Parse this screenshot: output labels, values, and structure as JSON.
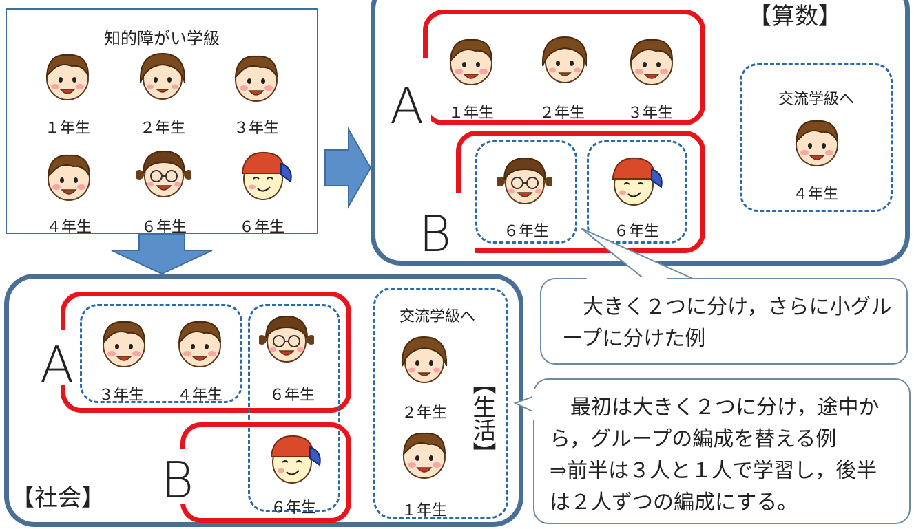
{
  "top_box": {
    "title": "知的障がい学級",
    "children": [
      {
        "icon": "boy-a-icon",
        "label": "１年生"
      },
      {
        "icon": "girl-a-icon",
        "label": "２年生"
      },
      {
        "icon": "boy-b-icon",
        "label": "３年生"
      },
      {
        "icon": "boy-pointing-icon",
        "label": "４年生"
      },
      {
        "icon": "girl-glasses-icon",
        "label": "６年生"
      },
      {
        "icon": "boy-cap-icon",
        "label": "６年生"
      }
    ]
  },
  "math_panel": {
    "title": "【算数】",
    "group_a": {
      "letter": "A",
      "labels": [
        "１年生",
        "２年生",
        "３年生"
      ]
    },
    "group_b": {
      "letter": "B",
      "labels": [
        "６年生",
        "６年生"
      ]
    },
    "exchange": {
      "title": "交流学級へ",
      "label": "４年生"
    }
  },
  "social_panel": {
    "title": "【社会】",
    "group_a": {
      "letter": "A",
      "labels": [
        "３年生",
        "４年生",
        "６年生"
      ]
    },
    "group_b": {
      "letter": "B",
      "label": "６年生"
    },
    "exchange": {
      "title": "交流学級へ",
      "labels": [
        "２年生",
        "１年生"
      ]
    },
    "life_label": "【生活】"
  },
  "callouts": {
    "first": "大きく２つに分け，さらに小グループに分けた例",
    "second_line1": "最初は大きく２つに分け，途中から，グループの編成を替える例",
    "second_line2": "⇒前半は３人と１人で学習し，後半は２人ずつの編成にする。"
  },
  "colors": {
    "panel_border": "#4a6f94",
    "group_border": "#e8141c",
    "dashed": "#2b6aa6",
    "arrow": "#5b8fc9"
  }
}
